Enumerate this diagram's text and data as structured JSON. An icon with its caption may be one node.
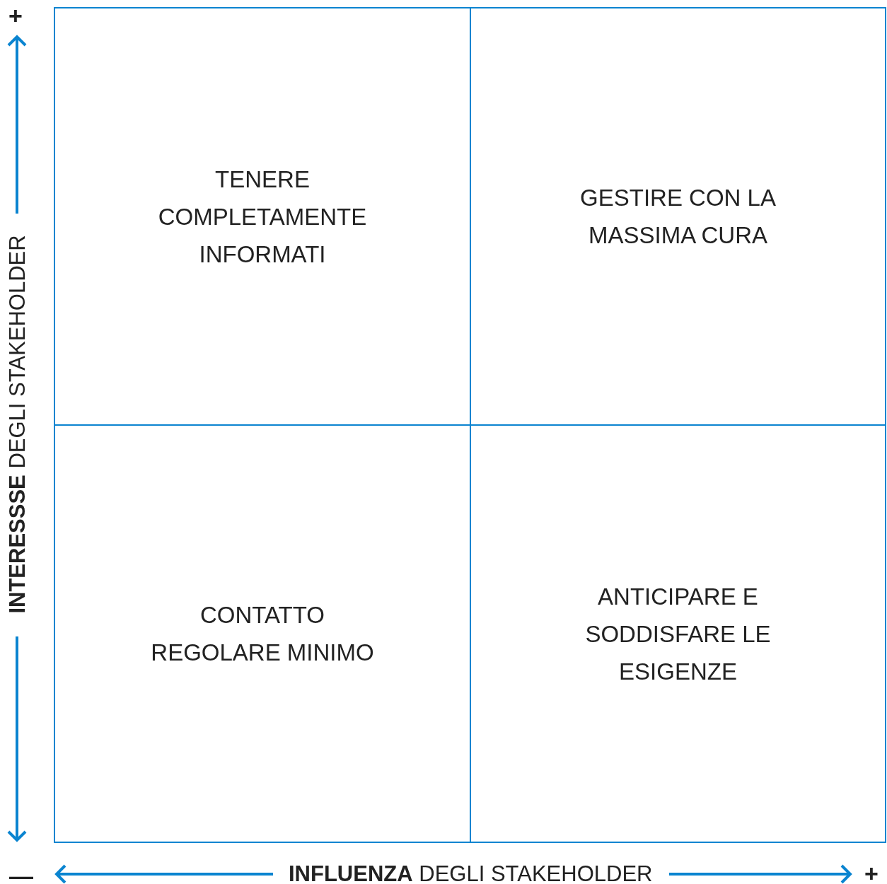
{
  "diagram": {
    "nodes": [
      {
        "text": [
          "TENERE COMPLETAMENTE INFORMATI"
        ]
      },
      {
        "text": [
          "GESTIRE CON LA MASSIMA CURA"
        ]
      },
      {
        "text": [
          "CONTATTO REGOLARE MINIMO"
        ]
      },
      {
        "text": [
          "ANTICIPARE E SODDISFARE LE ESIGENZE"
        ]
      }
    ],
    "labels": [
      "+",
      "**INTERESSSE** DEGLI STAKEHOLDER",
      "—",
      "**INFLUENZA** DEGLI STAKEHOLDER",
      "+"
    ]
  }
}
